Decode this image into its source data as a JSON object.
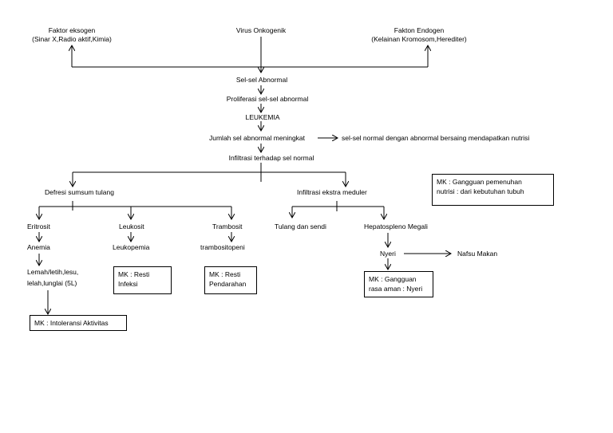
{
  "nodes": {
    "exogenous_title": "Faktor eksogen",
    "exogenous_detail": "(Sinar X,Radio aktif,Kimia)",
    "virus": "Virus Onkogenik",
    "endogenous_title": "Fakton Endogen",
    "endogenous_detail": "(Kelainan Kromosom,Herediter)",
    "abnormal_cells": "Sel-sel Abnormal",
    "proliferation": "Proliferasi sel-sel abnormal",
    "leukemia": "LEUKEMIA",
    "abnormal_increase": "Jumlah sel abnormal meningkat",
    "competition": "sel-sel normal dengan abnormal bersaing mendapatkan nutrisi",
    "infiltration": "Infiltrasi terhadap sel normal",
    "bone_marrow": "Defresi sumsum tulang",
    "extramedullary": "Infiltrasi ekstra meduler",
    "erythrocyte": "Eritrosit",
    "anemia": "Anemia",
    "fatigue_line1": "Lemah/letih,lesu,",
    "fatigue_line2": "lelah,lunglai (5L)",
    "leukocyte": "Leukosit",
    "leukopenia": "Leukopemia",
    "thrombocyte": "Trambosit",
    "thrombocytopenia": "trambositopeni",
    "bone_joint": "Tulang dan sendi",
    "hepatosplenomegaly": "Hepatospleno Megali",
    "pain": "Nyeri",
    "appetite": "Nafsu Makan"
  },
  "boxes": {
    "nutrition_line1": "MK : Gangguan pemenuhan",
    "nutrition_line2": "nutrisi : dari kebutuhan tubuh",
    "infection_line1": "MK : Resti",
    "infection_line2": "Infeksi",
    "bleeding_line1": "MK : Resti",
    "bleeding_line2": "Pendarahan",
    "comfort_line1": "MK : Gangguan",
    "comfort_line2": "rasa aman : Nyeri",
    "activity_line1": "MK : Intoleransi Aktivitas"
  }
}
